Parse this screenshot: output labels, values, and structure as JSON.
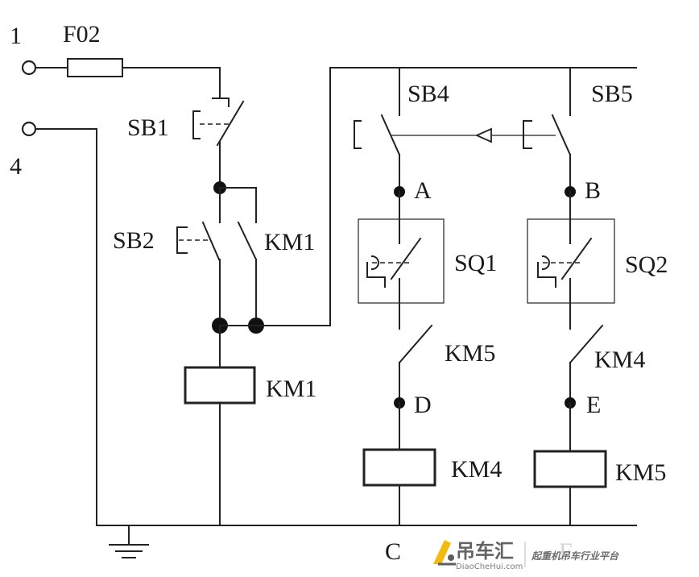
{
  "labels": {
    "terminal_1": "1",
    "terminal_4": "4",
    "fuse": "F02",
    "sb1": "SB1",
    "sb2": "SB2",
    "km1_contact": "KM1",
    "km1_coil": "KM1",
    "sb4": "SB4",
    "sb5": "SB5",
    "node_a": "A",
    "node_b": "B",
    "sq1": "SQ1",
    "sq2": "SQ2",
    "km5_contact": "KM5",
    "km4_contact": "KM4",
    "node_d": "D",
    "node_e": "E",
    "km4_coil": "KM4",
    "km5_coil": "KM5",
    "node_c": "C",
    "node_f": "F"
  },
  "watermark": {
    "brand_cn": "吊车汇",
    "brand_en": "DiaoCheHui.com",
    "tagline": "起重机吊车行业平台"
  }
}
